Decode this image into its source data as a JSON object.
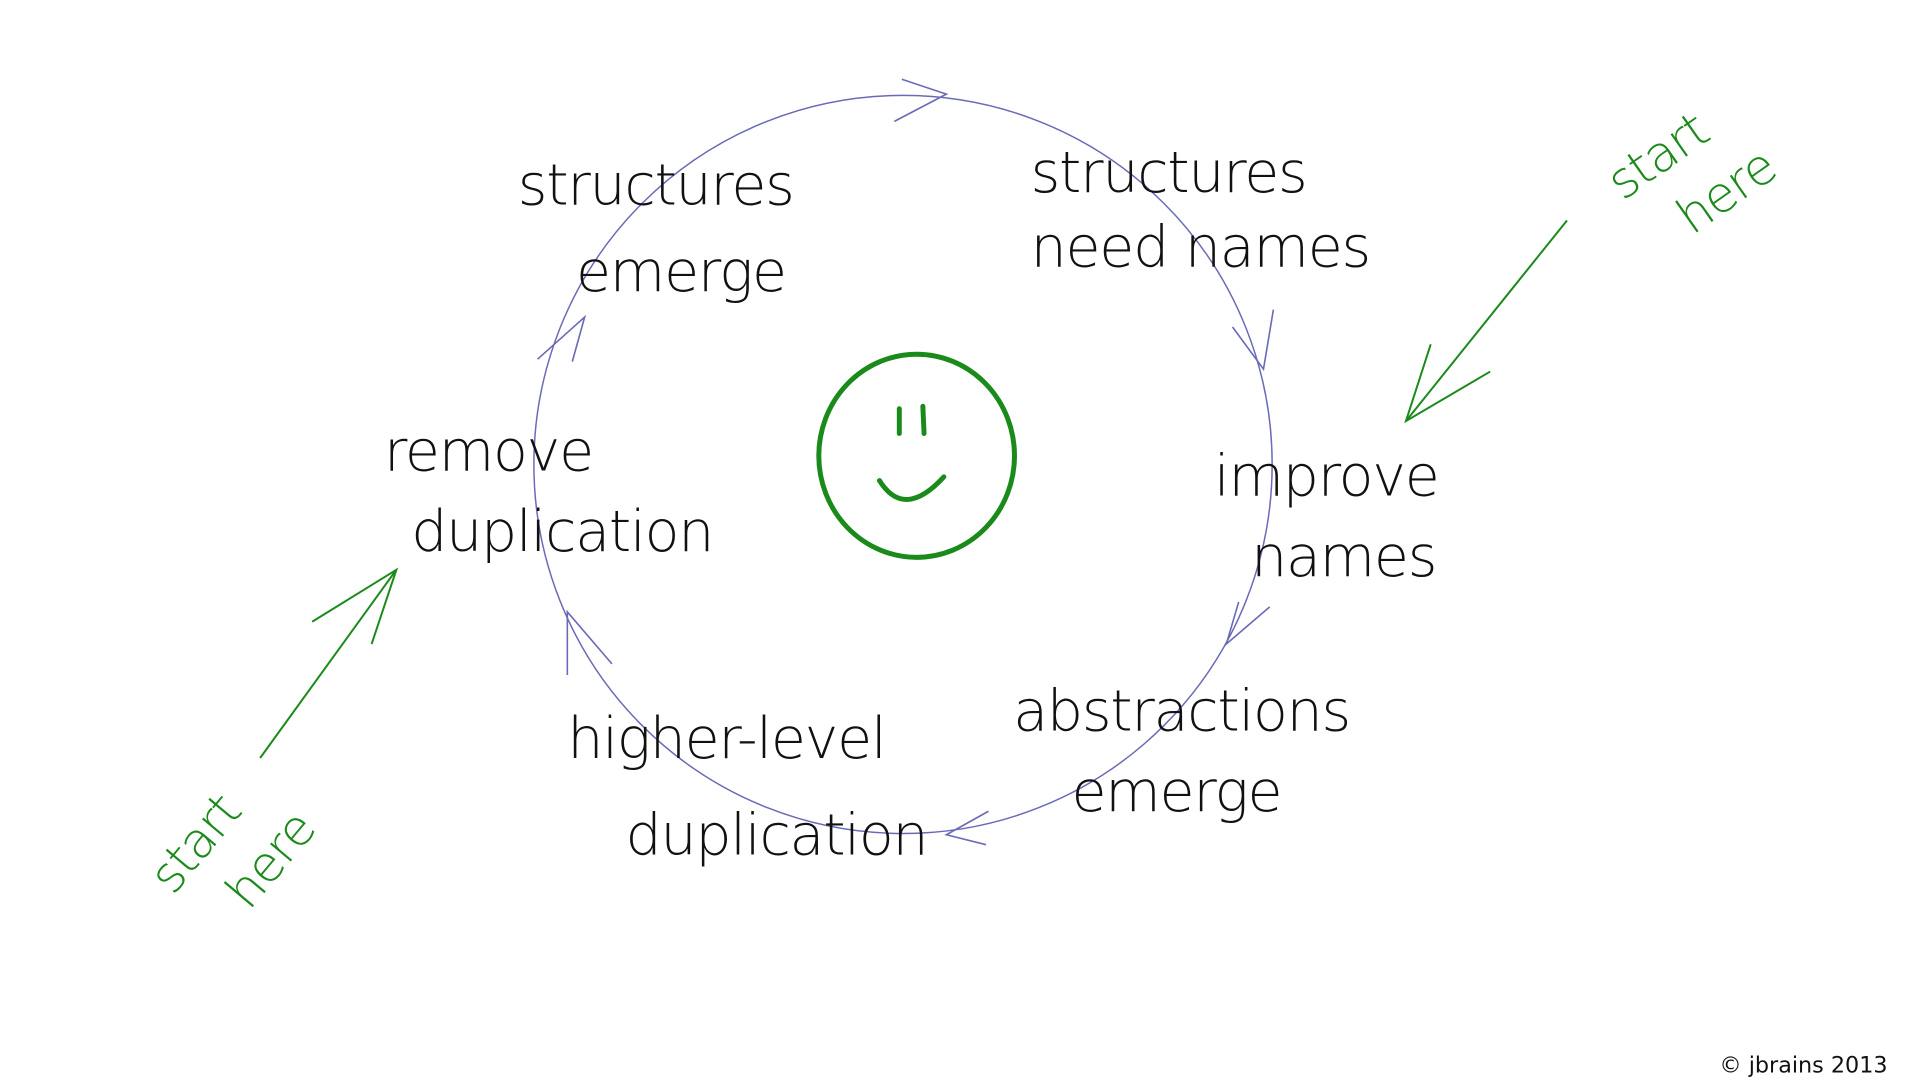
{
  "cycle_steps": [
    {
      "line1": "structures",
      "line2": "need names"
    },
    {
      "line1": "improve",
      "line2": "names"
    },
    {
      "line1": "abstractions",
      "line2": "emerge"
    },
    {
      "line1": "higher-level",
      "line2": "duplication"
    },
    {
      "line1": "remove",
      "line2": "duplication"
    },
    {
      "line1": "structures",
      "line2": "emerge"
    }
  ],
  "start_right": {
    "line1": "start",
    "line2": "here"
  },
  "start_left": {
    "line1": "start",
    "line2": "here"
  },
  "copyright": "© jbrains 2013",
  "colors": {
    "cycle": "#6a6ab8",
    "accent": "#1a8a1a",
    "text": "#111111"
  }
}
